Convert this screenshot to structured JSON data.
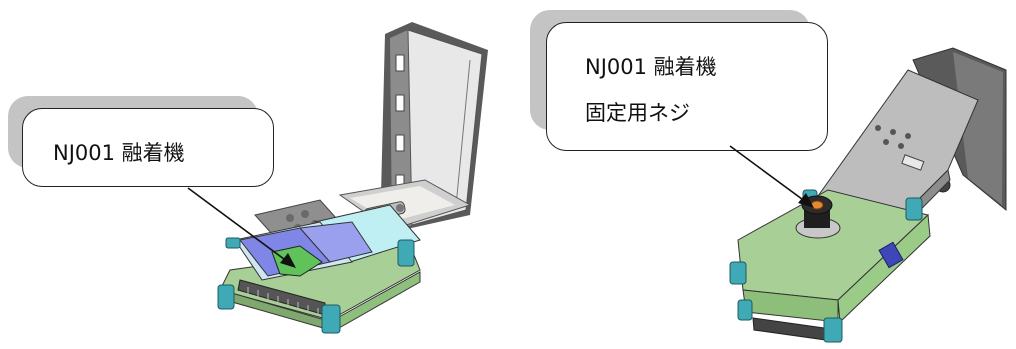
{
  "figures": [
    {
      "callout_lines": [
        "NJ001 融着機"
      ],
      "arrow_target": "fusion-unit",
      "view": "front-open"
    },
    {
      "callout_lines": [
        "NJ001 融着機",
        "固定用ネジ"
      ],
      "arrow_target": "fixing-screw",
      "view": "rear-mounted"
    }
  ],
  "colors": {
    "callout_shadow": "#c4c4c4",
    "body_green": "#a8cf96",
    "cover_cyan": "#bfeff2",
    "corner_teal": "#3fa9b5",
    "top_blue": "#7f86e6",
    "bracket_gray": "#9a9a9a",
    "knob_black": "#1f1f1f",
    "screw_orange": "#e58a2e"
  }
}
